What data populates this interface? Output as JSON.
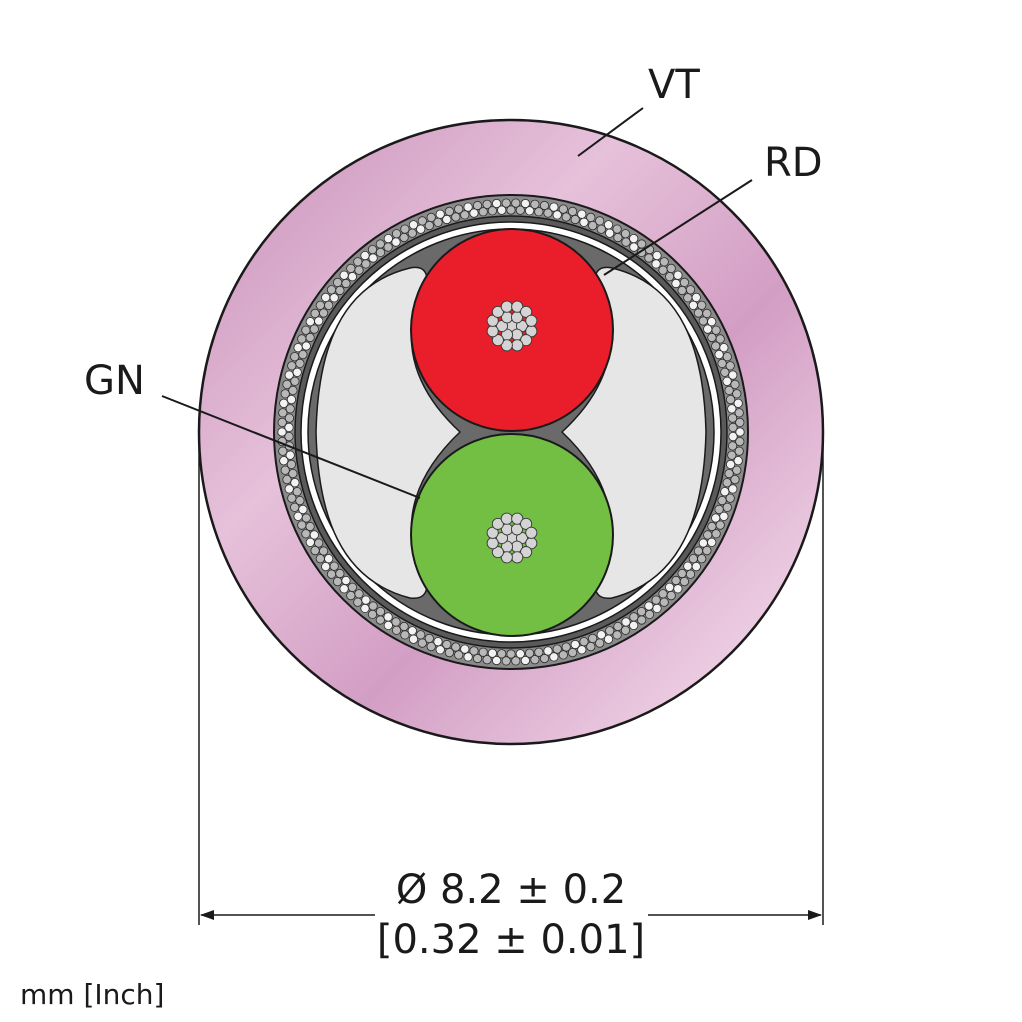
{
  "labels": {
    "jacket": "VT",
    "red_wire": "RD",
    "green_wire": "GN"
  },
  "dimension": {
    "metric": "Ø 8.2 ± 0.2",
    "imperial": "[0.32 ± 0.01]"
  },
  "units_note": "mm [Inch]",
  "colors": {
    "jacket": "#d8a2c8",
    "jacket_highlight": "#ebc9e0",
    "shield": "#8a8a8a",
    "filler": "#e4e4e4",
    "red_insulation": "#ea1d2a",
    "green_insulation": "#72bf44",
    "conductor": "#d0d0d0",
    "line": "#1a1a1a"
  }
}
